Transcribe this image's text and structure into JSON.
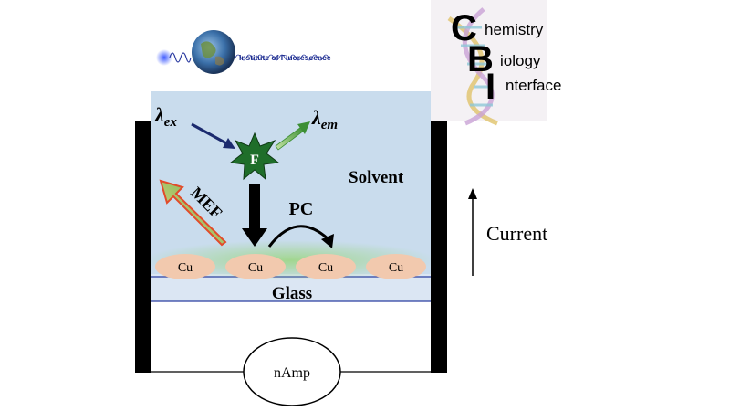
{
  "logos": {
    "institute": {
      "text": "Institute of Fluorescence"
    },
    "cbi": {
      "letters": [
        "C",
        "B",
        "I"
      ],
      "words": [
        "hemistry",
        "iology",
        "nterface"
      ]
    }
  },
  "diagram": {
    "fluorophore_label": "F",
    "excitation_label": "λex",
    "emission_label": "λem",
    "solvent_label": "Solvent",
    "mef_label": "MEF",
    "pc_label": "PC",
    "particle_label": "Cu",
    "particles": [
      "Cu",
      "Cu",
      "Cu",
      "Cu"
    ],
    "substrate_label": "Glass",
    "current_label": "Current",
    "meter_label": "nAmp"
  },
  "colors": {
    "solvent": "#c9dced",
    "particle": "#f2c9ae",
    "halo": "#9fd68a",
    "star": "#1f6e2a",
    "electrode": "#000000",
    "excitation_arrow": "#1b2a6e",
    "emission_arrow": "#2f8a2f",
    "mef_fill": "#7cc05a",
    "mef_outline": "#e24b2a"
  }
}
